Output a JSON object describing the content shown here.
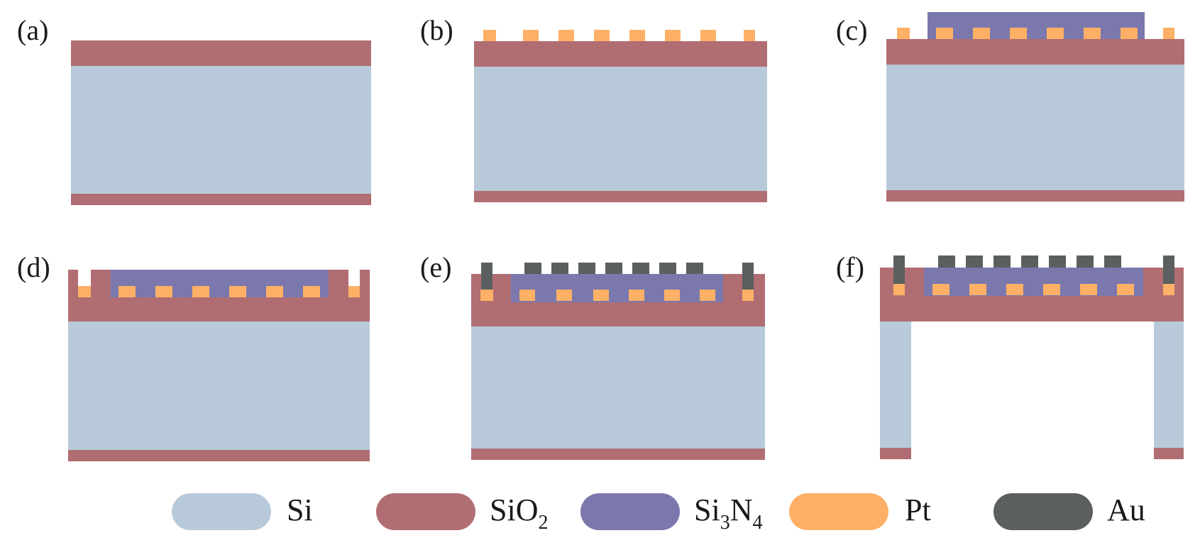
{
  "colors": {
    "Si": "#b8cad9",
    "SiO2": "#b06e72",
    "Si3N4": "#7b78ad",
    "Pt": "#fdb066",
    "Au": "#5b5f5f"
  },
  "panels": [
    {
      "id": "a",
      "label": "(a)"
    },
    {
      "id": "b",
      "label": "(b)"
    },
    {
      "id": "c",
      "label": "(c)"
    },
    {
      "id": "d",
      "label": "(d)"
    },
    {
      "id": "e",
      "label": "(e)"
    },
    {
      "id": "f",
      "label": "(f)"
    }
  ],
  "legend": [
    {
      "material": "Si",
      "base": "Si",
      "subs": []
    },
    {
      "material": "SiO2",
      "base": "SiO",
      "subs": [
        "2"
      ]
    },
    {
      "material": "Si3N4",
      "base": "Si",
      "subs": [
        "3"
      ],
      "base2": "N",
      "subs2": [
        "4"
      ]
    },
    {
      "material": "Pt",
      "base": "Pt",
      "subs": []
    },
    {
      "material": "Au",
      "base": "Au",
      "subs": []
    }
  ]
}
